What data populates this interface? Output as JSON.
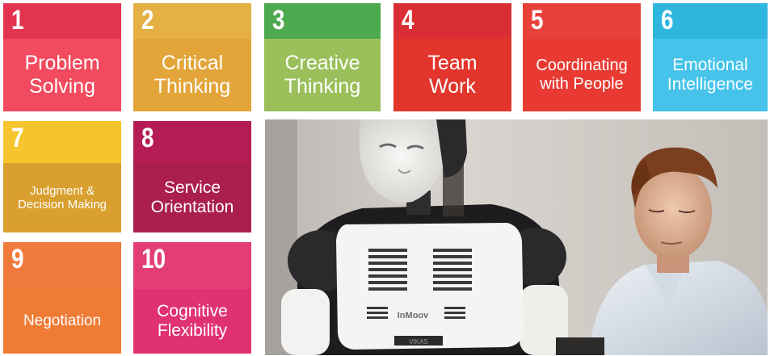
{
  "tiles": [
    {
      "number": "1",
      "label": "Problem\nSolving",
      "band": "#e3344f",
      "body": "#f24a5e"
    },
    {
      "number": "2",
      "label": "Critical\nThinking",
      "band": "#e5b044",
      "body": "#e3a53a"
    },
    {
      "number": "3",
      "label": "Creative\nThinking",
      "band": "#4ca94d",
      "body": "#9bbf5a"
    },
    {
      "number": "4",
      "label": "Team\nWork",
      "band": "#d92e33",
      "body": "#e2352b"
    },
    {
      "number": "5",
      "label": "Coordinating\nwith People",
      "band": "#e8413a",
      "body": "#e83a32"
    },
    {
      "number": "6",
      "label": "Emotional\nIntelligence",
      "band": "#2fb6df",
      "body": "#45c3ea"
    },
    {
      "number": "7",
      "label": "Judgment  &\nDecision Making",
      "band": "#f6c42d",
      "body": "#d9a030"
    },
    {
      "number": "8",
      "label": "Service\nOrientation",
      "band": "#b51c54",
      "body": "#aa1f4c"
    },
    {
      "number": "9",
      "label": "Negotiation",
      "band": "#f07a3c",
      "body": "#f07b35"
    },
    {
      "number": "10",
      "label": "Cognitive\nFlexibility",
      "band": "#e33d76",
      "body": "#e03171"
    }
  ],
  "photo": {
    "robot_logo": "InMoov",
    "robot_plate": "VIKAS"
  }
}
